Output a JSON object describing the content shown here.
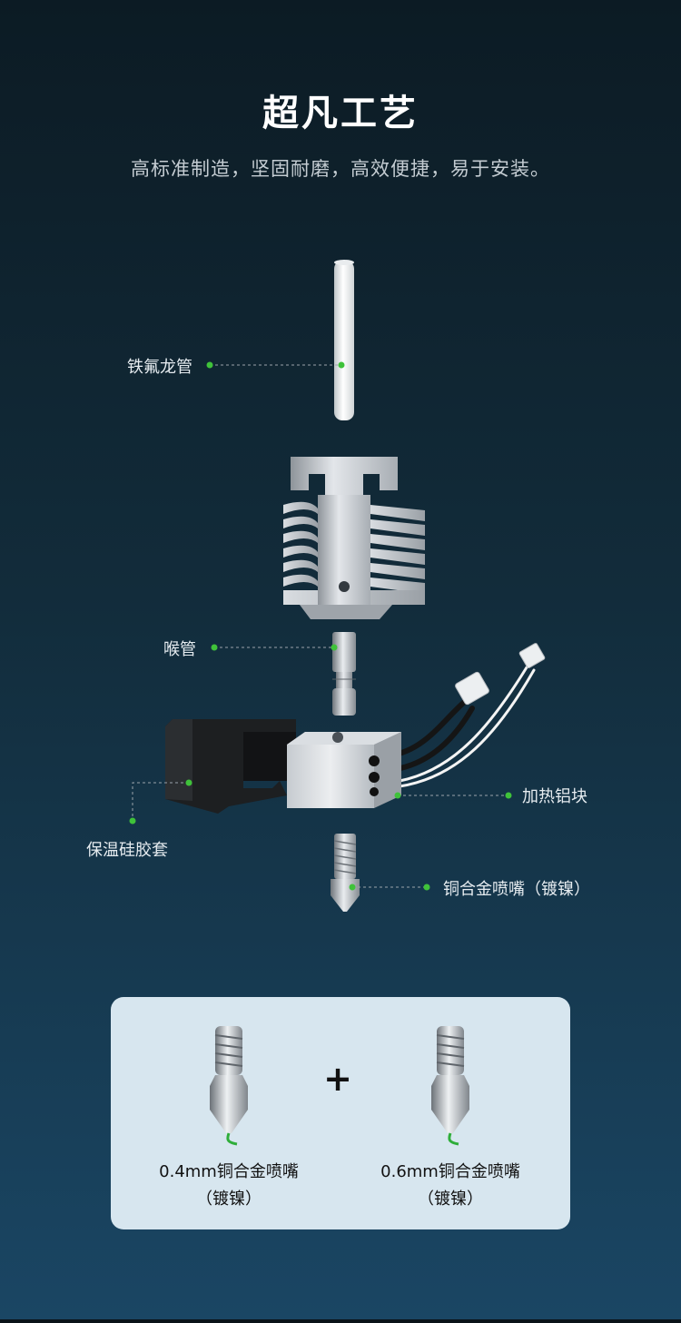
{
  "header": {
    "title": "超凡工艺",
    "subtitle": "高标准制造，坚固耐磨，高效便捷，易于安装。"
  },
  "callouts": {
    "ptfe_tube": "铁氟龙管",
    "throat": "喉管",
    "heater_block": "加热铝块",
    "silicone_sock": "保温硅胶套",
    "nozzle": "铜合金喷嘴（镀镍）"
  },
  "nozzle_options": [
    {
      "name": "0.4mm铜合金喷嘴",
      "coating": "（镀镍）"
    },
    {
      "name": "0.6mm铜合金喷嘴",
      "coating": "（镀镍）"
    }
  ],
  "plus_sign": "+",
  "colors": {
    "callout_dot": "#3fc23a",
    "card_bg": "#d7e6ef",
    "nozzle_wire": "#2fae3a"
  }
}
